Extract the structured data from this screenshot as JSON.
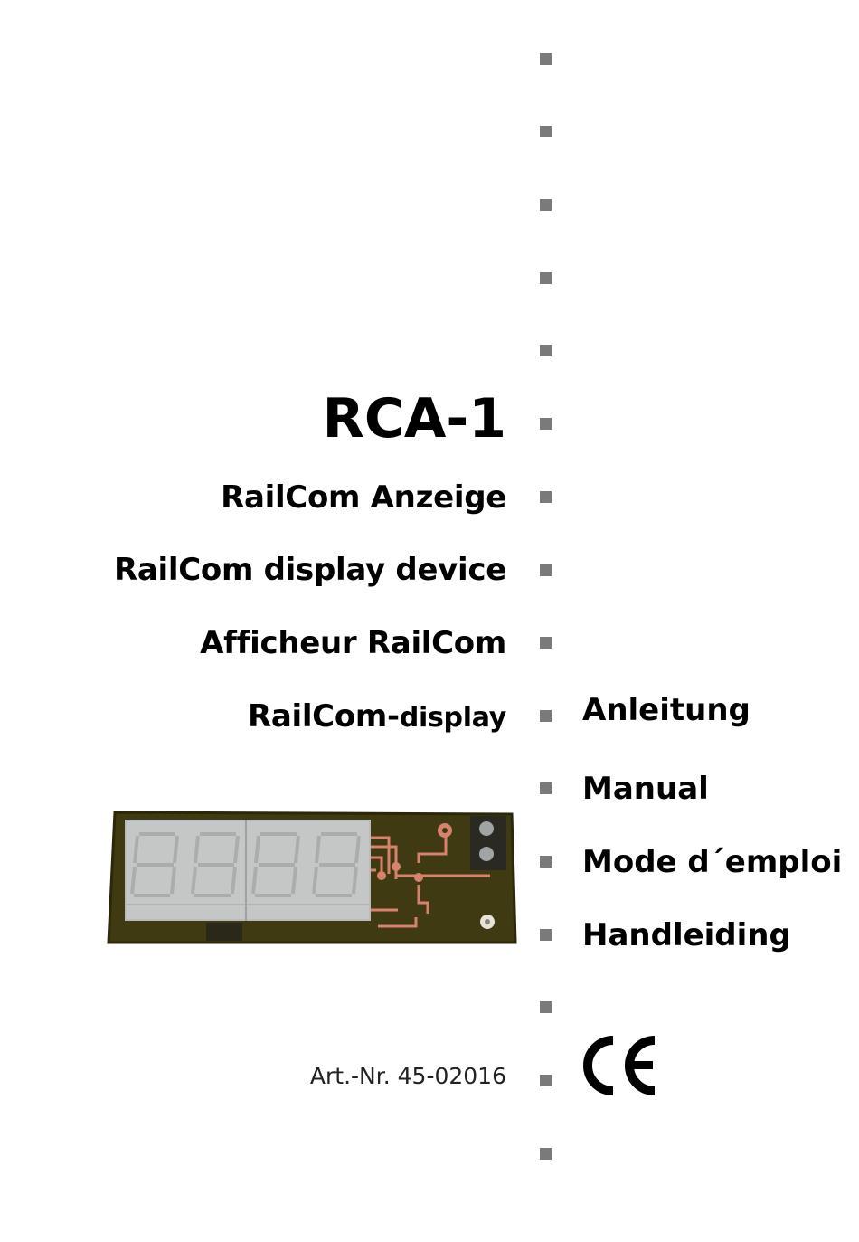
{
  "product": {
    "model": "RCA-1",
    "subtitles": [
      "RailCom Anzeige",
      "RailCom display device",
      "Afficheur RailCom"
    ],
    "subtitle_last_main": "RailCom-",
    "subtitle_last_small": "display"
  },
  "manual_labels": [
    "Anleitung",
    "Manual",
    "Mode d´emploi",
    "Handleiding"
  ],
  "article_number": "Art.-Nr. 45-02016",
  "mark_icon": "ce-mark-icon",
  "image": "rca-1-pcb-photo",
  "colors": {
    "bullet": "#7a7a7a",
    "pcb_board": "#3f3a12",
    "display_digits": "#b9bcbc",
    "copper_trace": "#d6826c"
  }
}
